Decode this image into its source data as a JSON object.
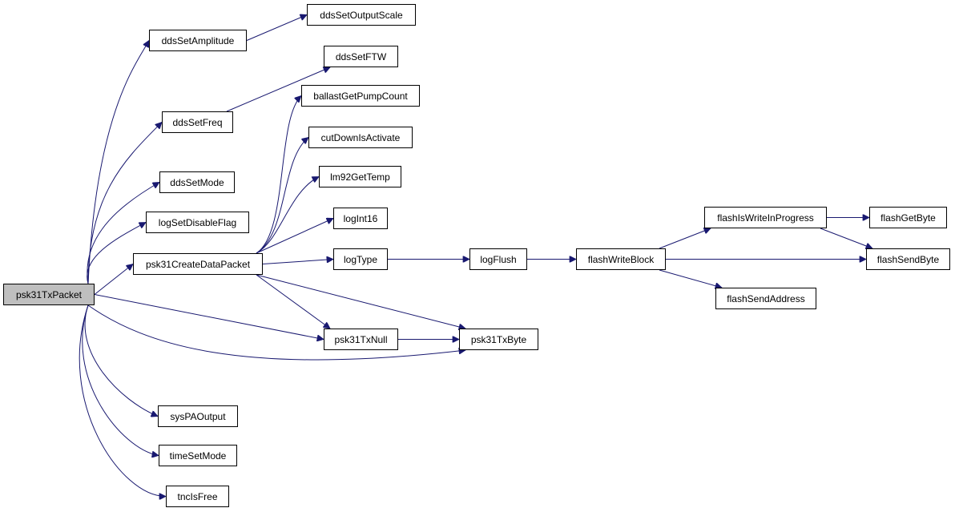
{
  "colors": {
    "edge": "#191970",
    "root_fill": "#bfbfbf",
    "node_fill": "#ffffff",
    "node_border": "#000000"
  },
  "nodes": {
    "psk31TxPacket": "psk31TxPacket",
    "ddsSetAmplitude": "ddsSetAmplitude",
    "ddsSetOutputScale": "ddsSetOutputScale",
    "ddsSetFTW": "ddsSetFTW",
    "ddsSetFreq": "ddsSetFreq",
    "ballastGetPumpCount": "ballastGetPumpCount",
    "cutDownIsActivate": "cutDownIsActivate",
    "ddsSetMode": "ddsSetMode",
    "lm92GetTemp": "lm92GetTemp",
    "logSetDisableFlag": "logSetDisableFlag",
    "logInt16": "logInt16",
    "psk31CreateDataPacket": "psk31CreateDataPacket",
    "logType": "logType",
    "logFlush": "logFlush",
    "flashWriteBlock": "flashWriteBlock",
    "flashIsWriteInProgress": "flashIsWriteInProgress",
    "flashGetByte": "flashGetByte",
    "flashSendByte": "flashSendByte",
    "flashSendAddress": "flashSendAddress",
    "psk31TxNull": "psk31TxNull",
    "psk31TxByte": "psk31TxByte",
    "sysPAOutput": "sysPAOutput",
    "timeSetMode": "timeSetMode",
    "tncIsFree": "tncIsFree"
  },
  "edges": [
    [
      "psk31TxPacket",
      "ddsSetAmplitude"
    ],
    [
      "psk31TxPacket",
      "ddsSetFreq"
    ],
    [
      "psk31TxPacket",
      "ddsSetMode"
    ],
    [
      "psk31TxPacket",
      "logSetDisableFlag"
    ],
    [
      "psk31TxPacket",
      "psk31CreateDataPacket"
    ],
    [
      "psk31TxPacket",
      "psk31TxNull"
    ],
    [
      "psk31TxPacket",
      "psk31TxByte"
    ],
    [
      "psk31TxPacket",
      "sysPAOutput"
    ],
    [
      "psk31TxPacket",
      "timeSetMode"
    ],
    [
      "psk31TxPacket",
      "tncIsFree"
    ],
    [
      "ddsSetAmplitude",
      "ddsSetOutputScale"
    ],
    [
      "ddsSetFreq",
      "ddsSetFTW"
    ],
    [
      "psk31CreateDataPacket",
      "ballastGetPumpCount"
    ],
    [
      "psk31CreateDataPacket",
      "cutDownIsActivate"
    ],
    [
      "psk31CreateDataPacket",
      "lm92GetTemp"
    ],
    [
      "psk31CreateDataPacket",
      "logInt16"
    ],
    [
      "psk31CreateDataPacket",
      "logType"
    ],
    [
      "psk31CreateDataPacket",
      "psk31TxNull"
    ],
    [
      "psk31CreateDataPacket",
      "psk31TxByte"
    ],
    [
      "logType",
      "logFlush"
    ],
    [
      "logFlush",
      "flashWriteBlock"
    ],
    [
      "flashWriteBlock",
      "flashIsWriteInProgress"
    ],
    [
      "flashWriteBlock",
      "flashSendByte"
    ],
    [
      "flashWriteBlock",
      "flashSendAddress"
    ],
    [
      "flashIsWriteInProgress",
      "flashGetByte"
    ],
    [
      "flashIsWriteInProgress",
      "flashSendByte"
    ],
    [
      "psk31TxNull",
      "psk31TxByte"
    ]
  ]
}
